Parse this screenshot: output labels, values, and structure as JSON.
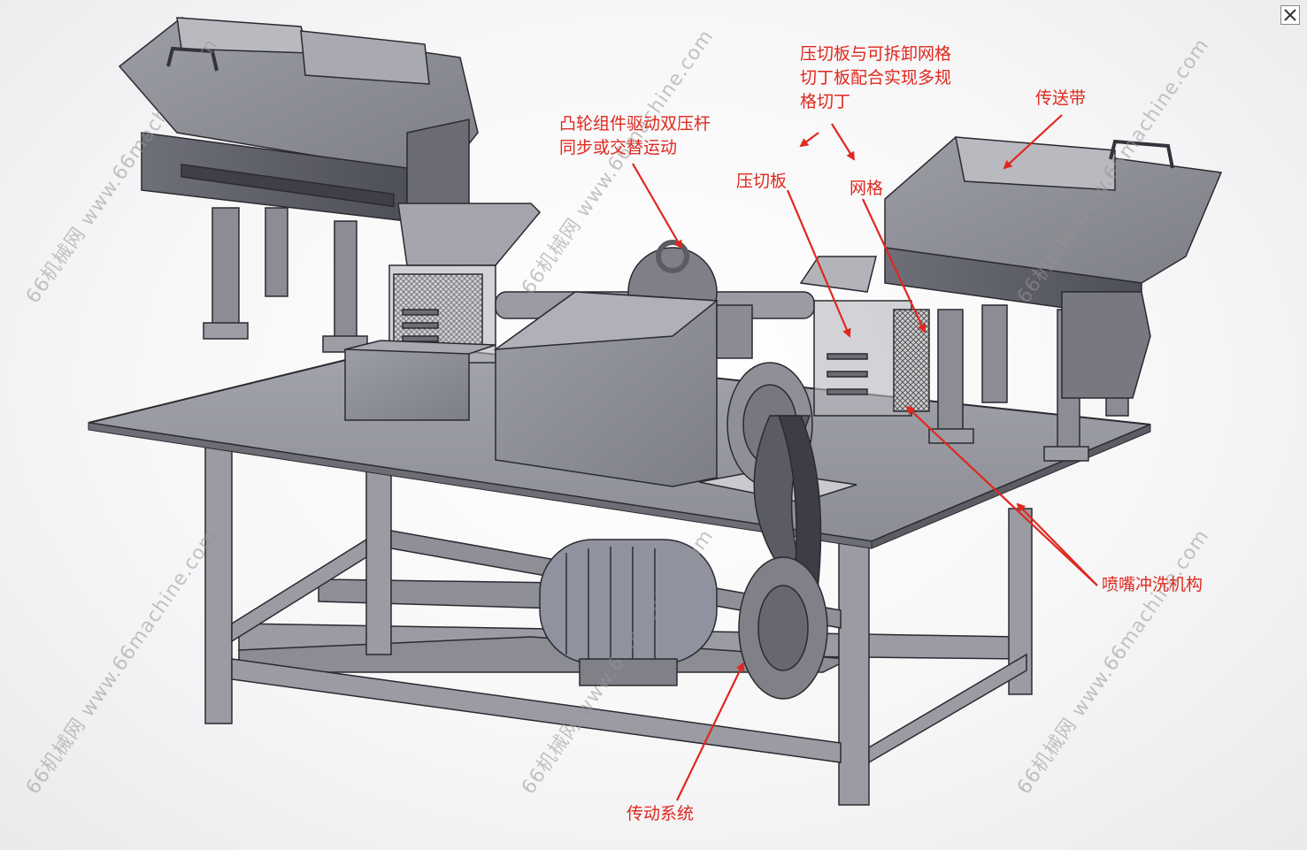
{
  "labels": {
    "cam": "凸轮组件驱动双压杆\n同步或交替运动",
    "plate_grid": "压切板与可拆卸网格\n切丁板配合实现多规\n格切丁",
    "belt": "传送带",
    "press_plate": "压切板",
    "grid": "网格",
    "nozzle": "喷嘴冲洗机构",
    "drive": "传动系统"
  },
  "watermark": {
    "site": "66机械网 www.66machine.com"
  },
  "colors": {
    "label": "#e0281e",
    "metal": "#8a8b93",
    "metal_dark": "#55565e",
    "edge": "#2a2a30"
  }
}
